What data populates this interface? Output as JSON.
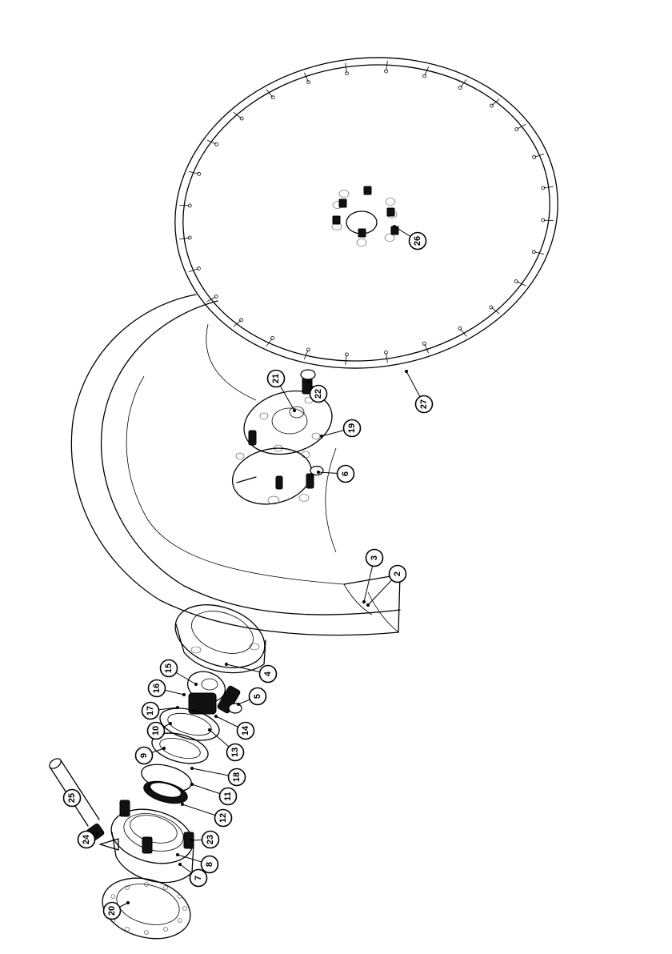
{
  "callouts": [
    "2",
    "3",
    "4",
    "5",
    "6",
    "7",
    "8",
    "9",
    "10",
    "11",
    "12",
    "13",
    "14",
    "15",
    "16",
    "17",
    "18",
    "19",
    "20",
    "21",
    "22",
    "23",
    "24",
    "25",
    "26",
    "27"
  ]
}
